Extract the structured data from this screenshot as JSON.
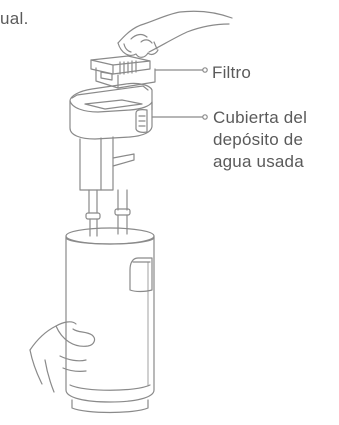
{
  "document": {
    "intro_fragment": "ual.",
    "labels": {
      "filter": "Filtro",
      "cover_line1": "Cubierta del",
      "cover_line2": "depósito de",
      "cover_line3": "agua usada"
    }
  },
  "colors": {
    "line_art": "#8a8a8a",
    "text": "#5a5a5a",
    "background": "#ffffff"
  }
}
